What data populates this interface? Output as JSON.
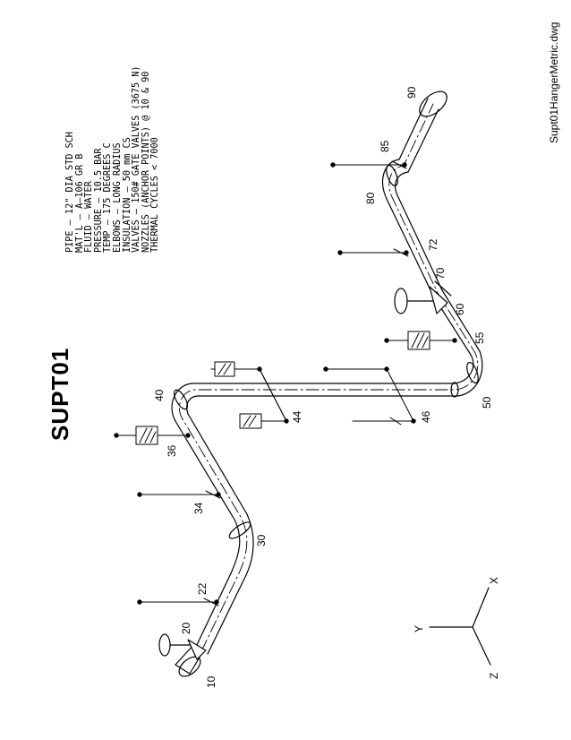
{
  "drawing": {
    "title": "SUPT01",
    "filename": "Supt01HangerMetric.dwg",
    "specs": [
      "PIPE  –  12\" DIA STD SCH",
      "MAT'L  –  A–106 GR B",
      "FLUID  –  WATER",
      "PRESSURE  –  10.5 BAR",
      "TEMP  –  175 DEGREES C",
      "ELBOWS  –  LONG RADIUS",
      "INSULATION  –  50 mm CS",
      "VALVES  –  150# GATE VALVES (3675 N)",
      "NOZZLES (ANCHOR POINTS) @ 10 & 90",
      "THERMAL CYCLES < 7000"
    ],
    "nodes": [
      "10",
      "20",
      "22",
      "30",
      "34",
      "36",
      "40",
      "44",
      "46",
      "50",
      "55",
      "60",
      "70",
      "72",
      "80",
      "85",
      "90"
    ],
    "axes": {
      "x": "X",
      "y": "Y",
      "z": "Z"
    }
  }
}
